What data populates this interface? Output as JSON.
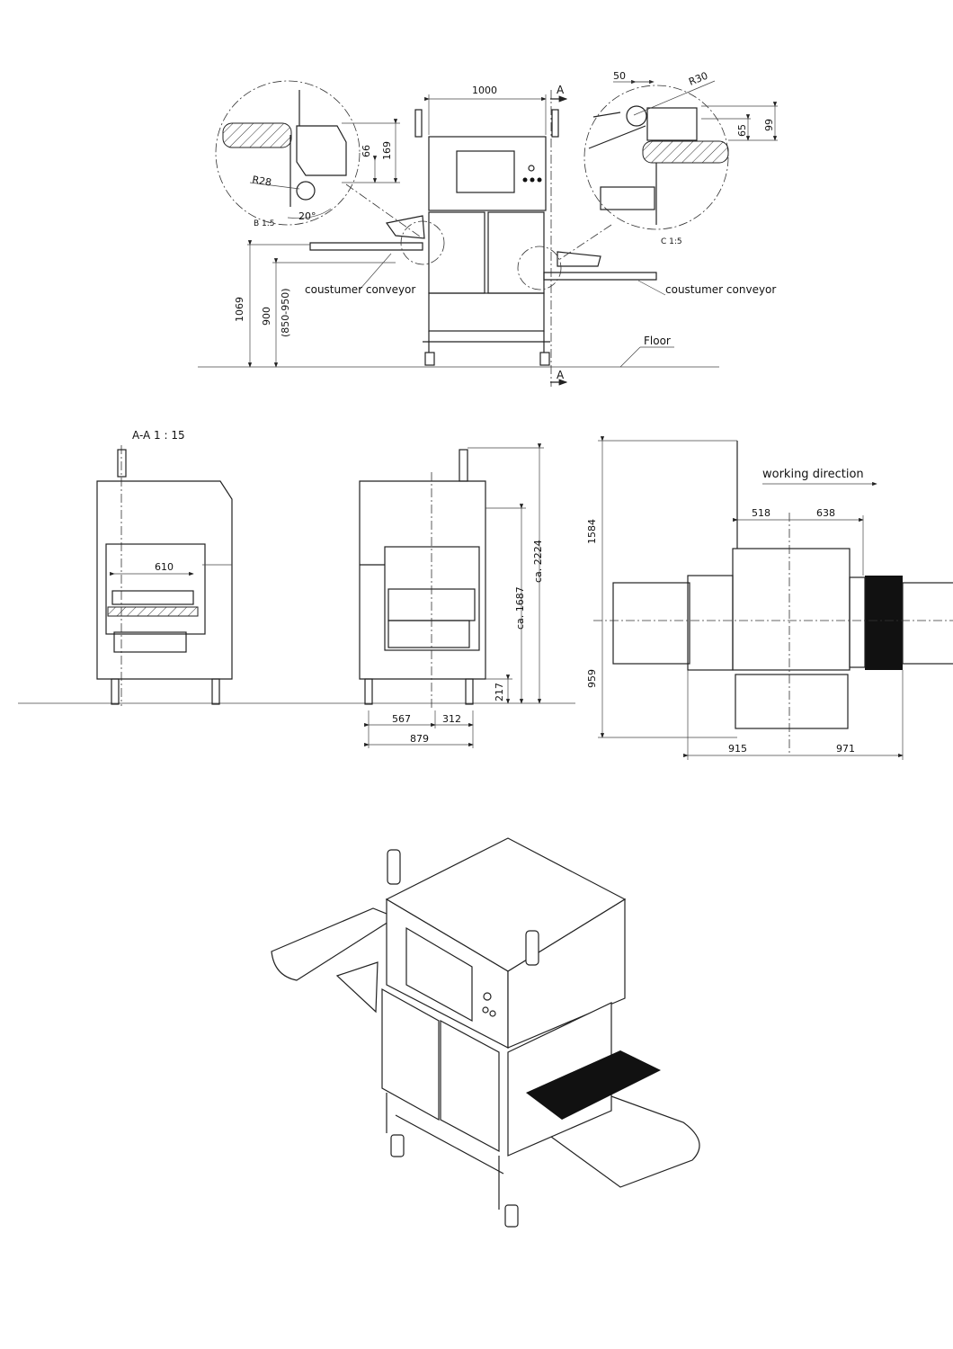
{
  "front_view": {
    "width_dim": "1000",
    "section_marker_top": "A",
    "section_marker_bottom": "A",
    "height_conveyor_dim": "1069",
    "height_working_dim": "900",
    "height_range_dim": "(850-950)",
    "conveyor_left_label": "coustumer conveyor",
    "conveyor_right_label": "coustumer conveyor",
    "floor_label": "Floor"
  },
  "detail_b": {
    "label": "B 1:5",
    "radius": "R28",
    "angle": "20°",
    "dim_small": "66",
    "dim_large": "169"
  },
  "detail_c": {
    "label": "C 1:5",
    "radius": "R30",
    "dim_width": "50",
    "dim_small": "65",
    "dim_large": "99"
  },
  "section_aa": {
    "label": "A-A 1 : 15",
    "opening_width": "610"
  },
  "side_view": {
    "dim_left": "567",
    "dim_right": "312",
    "dim_total": "879",
    "dim_clearance": "217",
    "dim_height_mid": "ca. 1687",
    "dim_height_total": "ca. 2224"
  },
  "top_view": {
    "working_direction": "working direction",
    "dim_top_left": "518",
    "dim_top_right": "638",
    "dim_left_upper": "1584",
    "dim_left_lower": "959",
    "dim_bottom_left": "915",
    "dim_bottom_right": "971"
  }
}
